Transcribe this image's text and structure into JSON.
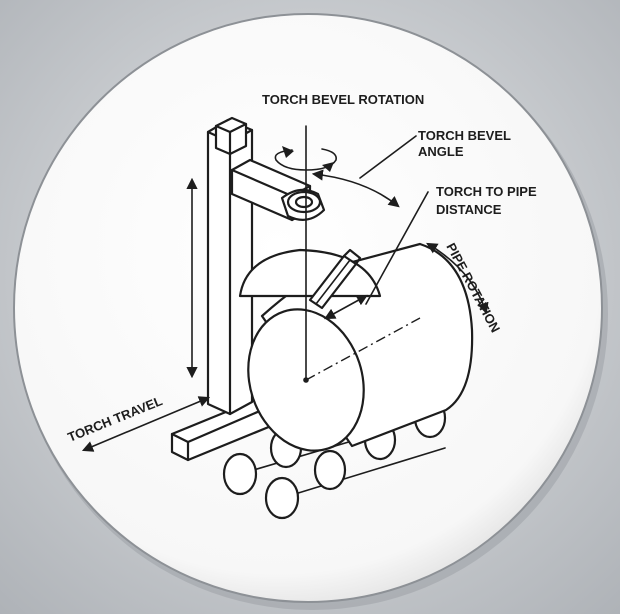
{
  "labels": {
    "torch_bevel_rotation": "TORCH BEVEL ROTATION",
    "torch_bevel_angle_line1": "TORCH BEVEL",
    "torch_bevel_angle_line2": "ANGLE",
    "torch_to_pipe_line1": "TORCH TO PIPE",
    "torch_to_pipe_line2": "DISTANCE",
    "pipe_rotation": "PIPE ROTATION",
    "torch_travel": "TORCH TRAVEL"
  },
  "colors": {
    "background": "#c9ccd0",
    "disc": "#ffffff",
    "ink": "#1d1d1d"
  }
}
